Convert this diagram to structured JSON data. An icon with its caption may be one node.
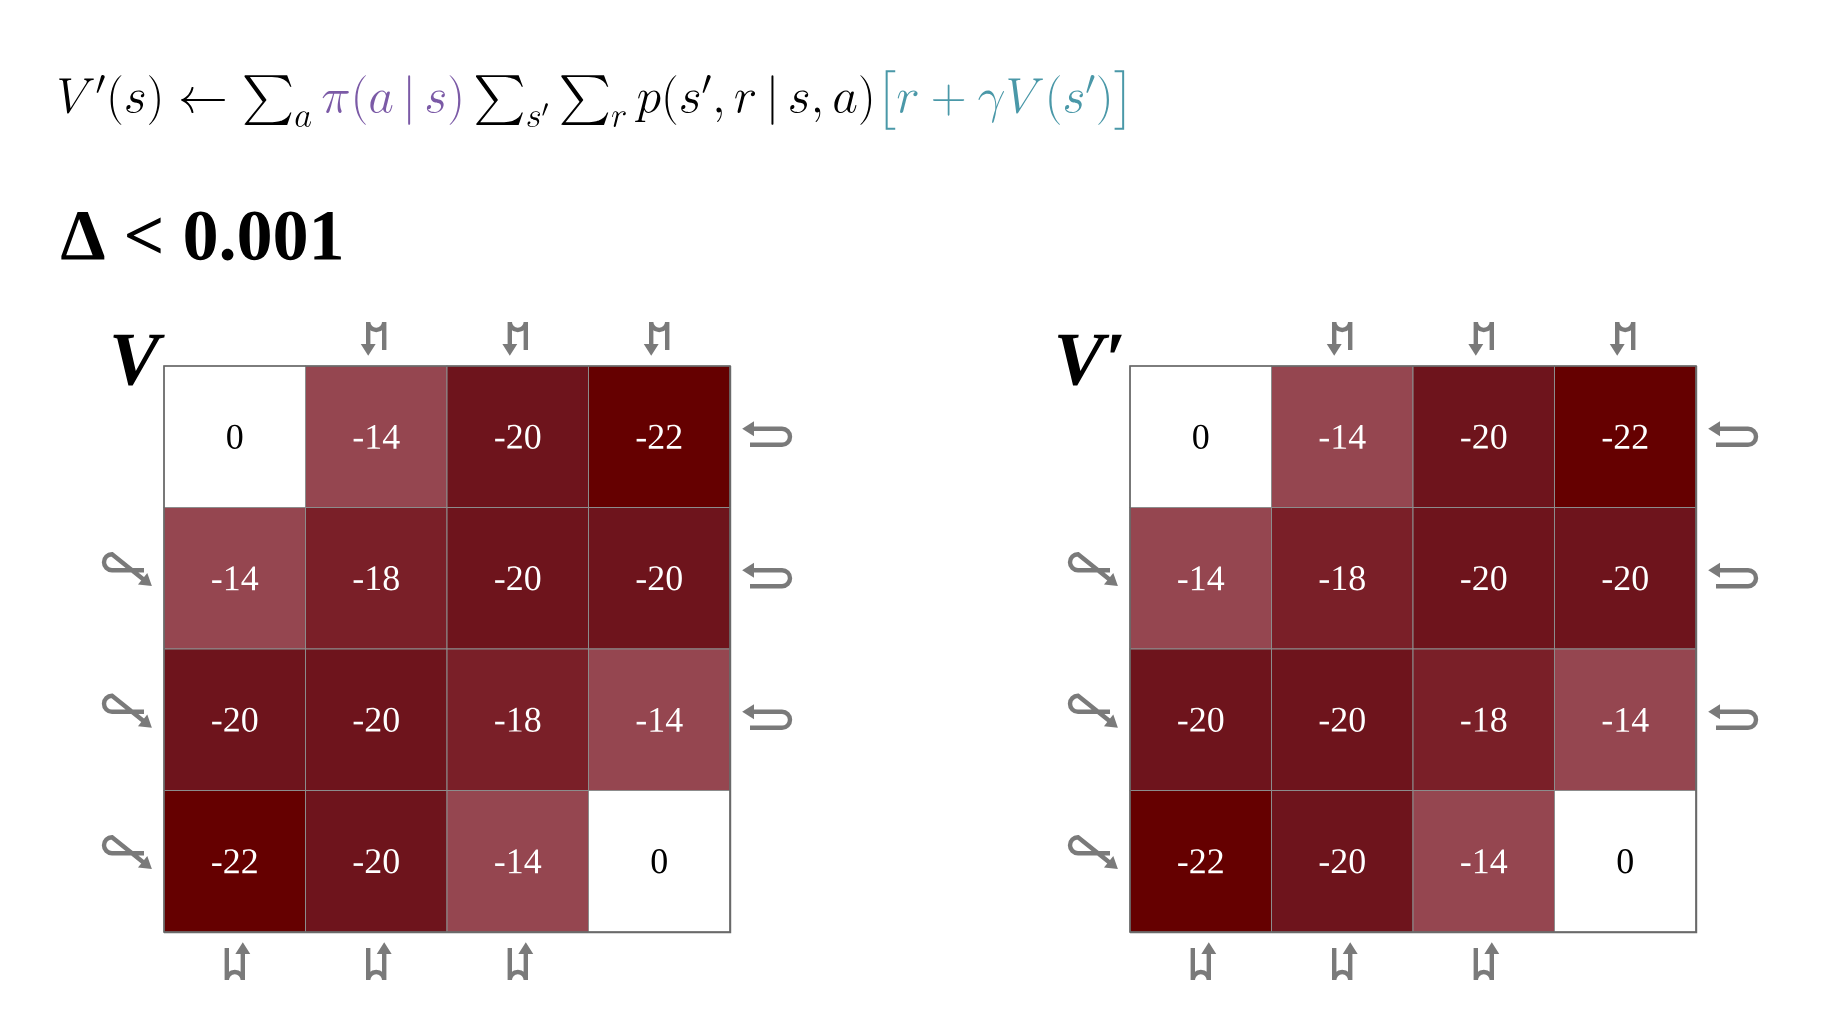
{
  "diagram": {
    "nodes": [
      {
        "text": [
          "V"
        ]
      },
      {
        "text": [
          "0"
        ],
        "in": 0
      },
      {
        "text": [
          "-14"
        ],
        "in": 0
      },
      {
        "text": [
          "-20"
        ],
        "in": 0
      },
      {
        "text": [
          "-22"
        ],
        "in": 0
      },
      {
        "text": [
          "-14"
        ],
        "in": 0
      },
      {
        "text": [
          "-18"
        ],
        "in": 0
      },
      {
        "text": [
          "-20"
        ],
        "in": 0
      },
      {
        "text": [
          "-20"
        ],
        "in": 0
      },
      {
        "text": [
          "-20"
        ],
        "in": 0
      },
      {
        "text": [
          "-20"
        ],
        "in": 0
      },
      {
        "text": [
          "-18"
        ],
        "in": 0
      },
      {
        "text": [
          "-14"
        ],
        "in": 0
      },
      {
        "text": [
          "-22"
        ],
        "in": 0
      },
      {
        "text": [
          "-20"
        ],
        "in": 0
      },
      {
        "text": [
          "-14"
        ],
        "in": 0
      },
      {
        "text": [
          "0"
        ],
        "in": 0
      },
      {
        "text": [
          "V′"
        ]
      },
      {
        "text": [
          "0"
        ],
        "in": 17
      },
      {
        "text": [
          "-14"
        ],
        "in": 17
      },
      {
        "text": [
          "-20"
        ],
        "in": 17
      },
      {
        "text": [
          "-22"
        ],
        "in": 17
      },
      {
        "text": [
          "-14"
        ],
        "in": 17
      },
      {
        "text": [
          "-18"
        ],
        "in": 17
      },
      {
        "text": [
          "-20"
        ],
        "in": 17
      },
      {
        "text": [
          "-20"
        ],
        "in": 17
      },
      {
        "text": [
          "-20"
        ],
        "in": 17
      },
      {
        "text": [
          "-20"
        ],
        "in": 17
      },
      {
        "text": [
          "-18"
        ],
        "in": 17
      },
      {
        "text": [
          "-14"
        ],
        "in": 17
      },
      {
        "text": [
          "-22"
        ],
        "in": 17
      },
      {
        "text": [
          "-20"
        ],
        "in": 17
      },
      {
        "text": [
          "-14"
        ],
        "in": 17
      },
      {
        "text": [
          "0"
        ],
        "in": 17
      }
    ],
    "labels": [
      "V'(s) \\leftarrow \\sum_{a} \\textcolor{pic}{\\pi(a\\,|\\,s)} \\sum_{s'} \\sum_{r} p(s',r\\,|\\,s,a) \\textcolor{tgc}{\\big[r+\\gamma V(s')\\big]}",
      "Δ < 0.001"
    ]
  }
}
